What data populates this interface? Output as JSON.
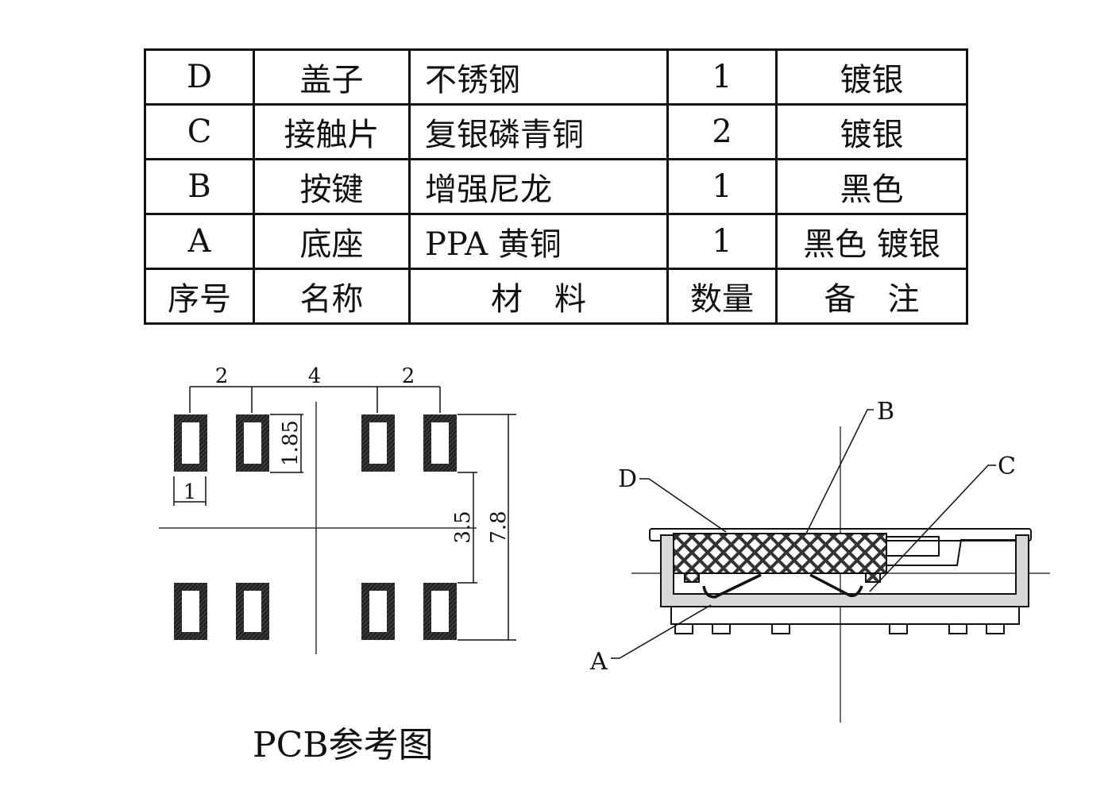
{
  "bom_table": {
    "rows": [
      {
        "id": "D",
        "name": "盖子",
        "material": "不锈钢",
        "qty": "1",
        "remark": "镀银"
      },
      {
        "id": "C",
        "name": "接触片",
        "material": "复银磷青铜",
        "qty": "2",
        "remark": "镀银"
      },
      {
        "id": "B",
        "name": "按键",
        "material": "增强尼龙",
        "qty": "1",
        "remark": "黑色"
      },
      {
        "id": "A",
        "name": "底座",
        "material": "PPA 黄铜",
        "qty": "1",
        "remark": "黑色 镀银"
      }
    ],
    "header": {
      "id": "序号",
      "name": "名称",
      "material": "材　料",
      "qty": "数量",
      "remark": "备　注"
    }
  },
  "pcb": {
    "caption": "PCB参考图",
    "dims": {
      "pitch_left": "2",
      "pitch_center": "4",
      "pitch_right": "2",
      "pad_height": "1.85",
      "pad_width": "1",
      "inner_gap": "3.5",
      "overall": "7.8"
    }
  },
  "section": {
    "labels": {
      "a": "A",
      "b": "B",
      "c": "C",
      "d": "D"
    }
  }
}
